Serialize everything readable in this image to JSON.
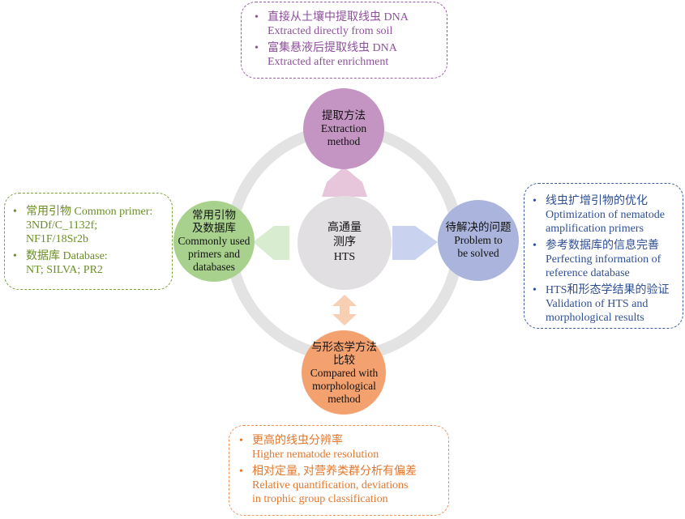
{
  "center": {
    "lines": [
      "高通量",
      "测序",
      "HTS"
    ],
    "color": "#e2dfe2"
  },
  "ring_color": "#e3e3e3",
  "nodes": {
    "top": {
      "lines": [
        "提取方法",
        "Extraction",
        "method"
      ],
      "color": "#c495c3"
    },
    "left": {
      "lines": [
        "常用引物",
        "及数据库",
        "Commonly used",
        "primers and",
        "databases"
      ],
      "color": "#a9d18e"
    },
    "right": {
      "lines": [
        "待解决的问题",
        "Problem to",
        "be solved"
      ],
      "color": "#aab4dc"
    },
    "bottom": {
      "lines": [
        "与形态学方法",
        "比较",
        "Compared with",
        "morphological",
        "method"
      ],
      "color": "#f4a170"
    }
  },
  "arrows": {
    "top_color": "#e7c6dc",
    "left_color": "#d8ecd0",
    "right_color": "#c9d3ef",
    "bottom_color": "#f8cfb3"
  },
  "boxes": {
    "top": {
      "items": [
        {
          "cn": "直接从土壤中提取线虫 DNA",
          "en": "Extracted directly from soil"
        },
        {
          "cn": "富集悬液后提取线虫 DNA",
          "en": "Extracted after enrichment"
        }
      ]
    },
    "left": {
      "items": [
        {
          "lines": [
            "常用引物 Common primer:",
            "3NDf/C_1132f;",
            "NF1F/18Sr2b"
          ]
        },
        {
          "lines": [
            "数据库 Database:",
            "NT; SILVA; PR2"
          ]
        }
      ]
    },
    "right": {
      "items": [
        {
          "lines": [
            "线虫扩增引物的优化",
            "Optimization of nematode",
            "amplification primers"
          ]
        },
        {
          "lines": [
            "参考数据库的信息完善",
            "Perfecting information of",
            "reference database"
          ]
        },
        {
          "lines": [
            "HTS和形态学结果的验证",
            "Validation of HTS and",
            "morphological results"
          ]
        }
      ]
    },
    "bottom": {
      "items": [
        {
          "lines": [
            "更高的线虫分辨率",
            "Higher nematode resolution"
          ]
        },
        {
          "lines": [
            "相对定量, 对营养类群分析有偏差",
            "Relative quantification, deviations",
            "in trophic group classification"
          ]
        }
      ]
    }
  }
}
